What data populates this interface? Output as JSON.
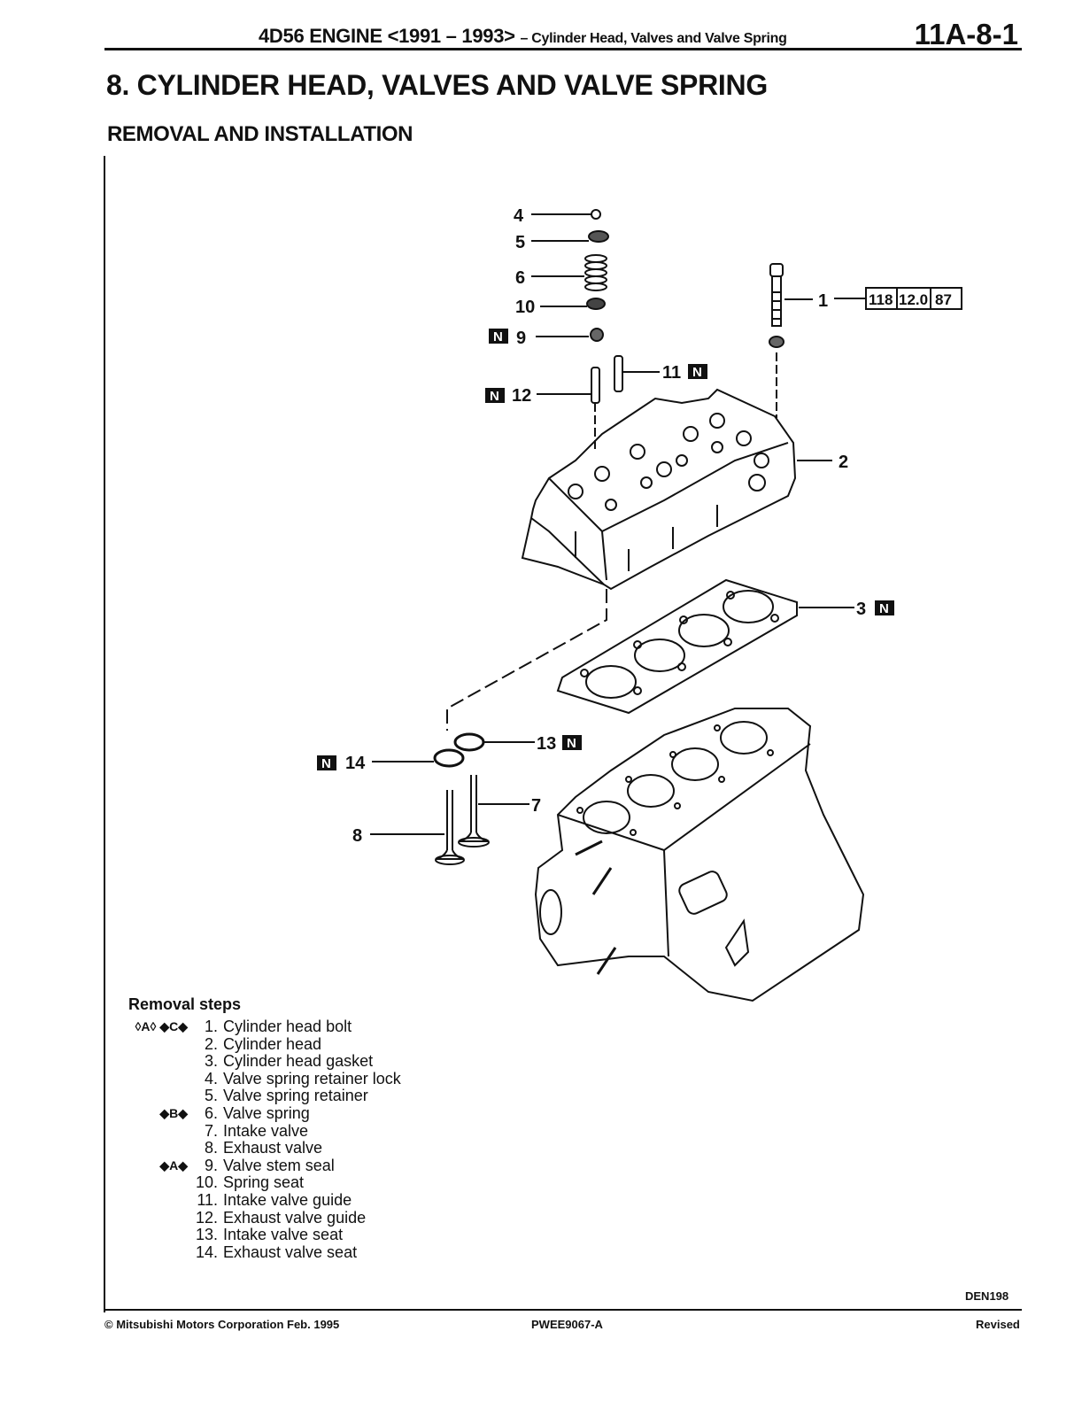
{
  "header": {
    "title_main": "4D56 ENGINE <1991 – 1993>",
    "title_sub": "– Cylinder Head, Valves and Valve Spring",
    "page_number": "11A-8-1"
  },
  "section_title": "8. CYLINDER HEAD, VALVES AND VALVE SPRING",
  "subsection_title": "REMOVAL AND INSTALLATION",
  "diagram": {
    "callouts": [
      "1",
      "2",
      "3",
      "4",
      "5",
      "6",
      "7",
      "8",
      "9",
      "10",
      "11",
      "12",
      "13",
      "14"
    ],
    "new_part_mark": "N",
    "torque_spec": [
      "118",
      "12.0",
      "87"
    ]
  },
  "removal_steps": {
    "title": "Removal steps",
    "items": [
      {
        "mark": "◊A◊ ◆C◆",
        "num": "1.",
        "text": "Cylinder head bolt"
      },
      {
        "mark": "",
        "num": "2.",
        "text": "Cylinder head"
      },
      {
        "mark": "",
        "num": "3.",
        "text": "Cylinder head gasket"
      },
      {
        "mark": "",
        "num": "4.",
        "text": "Valve spring retainer lock"
      },
      {
        "mark": "",
        "num": "5.",
        "text": "Valve spring retainer"
      },
      {
        "mark": "◆B◆",
        "num": "6.",
        "text": "Valve spring"
      },
      {
        "mark": "",
        "num": "7.",
        "text": "Intake valve"
      },
      {
        "mark": "",
        "num": "8.",
        "text": "Exhaust valve"
      },
      {
        "mark": "◆A◆",
        "num": "9.",
        "text": "Valve stem seal"
      },
      {
        "mark": "",
        "num": "10.",
        "text": "Spring seat"
      },
      {
        "mark": "",
        "num": "11.",
        "text": "Intake valve guide"
      },
      {
        "mark": "",
        "num": "12.",
        "text": "Exhaust valve guide"
      },
      {
        "mark": "",
        "num": "13.",
        "text": "Intake valve seat"
      },
      {
        "mark": "",
        "num": "14.",
        "text": "Exhaust valve seat"
      }
    ]
  },
  "figure_code": "DEN198",
  "footer": {
    "copyright": "© Mitsubishi Motors Corporation  Feb. 1995",
    "doc_code": "PWEE9067-A",
    "status": "Revised"
  }
}
